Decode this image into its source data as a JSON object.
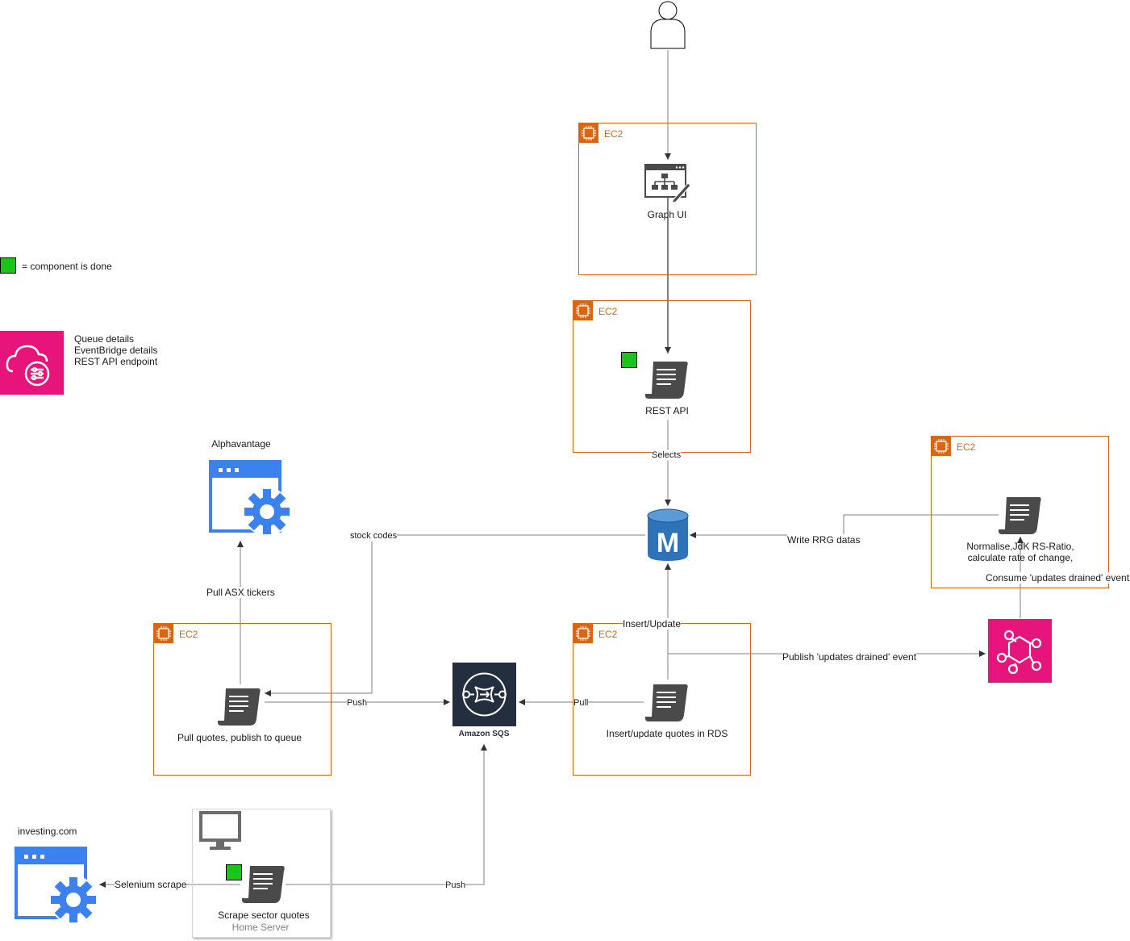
{
  "legend": {
    "done_text": "= component is done",
    "config_lines": [
      "Queue details",
      "EventBridge details",
      "REST API endpoint"
    ]
  },
  "ec2_label": "EC2",
  "nodes": {
    "graph_ui": "Graph UI",
    "rest_api": "REST API",
    "alphavantage": "Alphavantage",
    "pull_quotes": "Pull quotes, publish to queue",
    "sqs": "Amazon SQS",
    "insert_quotes": "Insert/update quotes in RDS",
    "normalise": [
      "Normalise,JdK RS-Ratio,",
      "calculate rate of change,"
    ],
    "investing": "investing.com",
    "scrape": "Scrape sector quotes",
    "home_server": "Home Server"
  },
  "edges": {
    "selects": "Selects",
    "stock_codes": "stock codes",
    "write_rrg": "Write RRG datas",
    "pull_asx": "Pull ASX tickers",
    "insert_update": "Insert/Update",
    "publish_event": "Publish 'updates drained' event",
    "consume_event": "Consume 'updates drained' event",
    "push": "Push",
    "pull": "Pull",
    "push2": "Push",
    "selenium": "Selenium scrape"
  },
  "colors": {
    "ec2_orange": "#d86613",
    "done_green": "#1ac41a",
    "pink": "#e7157b",
    "sqs_navy": "#232f3e",
    "rds_blue": "#2e73b8",
    "app_blue": "#3b82f0",
    "icon_gray": "#4a4a4a"
  }
}
